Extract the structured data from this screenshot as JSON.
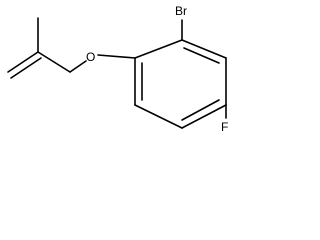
{
  "molecule": {
    "atoms": {
      "bromine": "Br",
      "oxygen": "O",
      "fluorine": "F"
    }
  }
}
